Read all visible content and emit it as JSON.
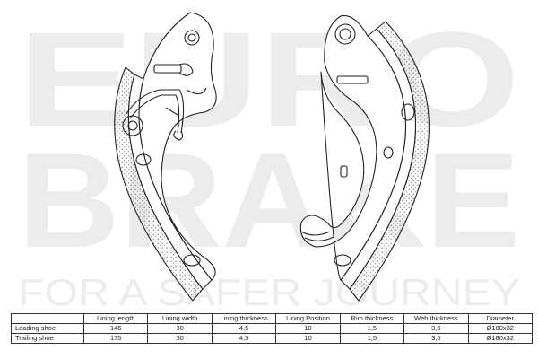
{
  "watermark": {
    "lines": [
      "EURO",
      "BRAKE"
    ],
    "tagline": "FOR A SAFER JOURNEY",
    "color": "#ececec"
  },
  "drawing": {
    "stroke_color": "#222222",
    "lining_fill_color": "#ffffff",
    "parts": [
      "leading-shoe",
      "trailing-shoe",
      "retaining-spring"
    ]
  },
  "specs": {
    "columns": [
      "",
      "Lining length",
      "Lining width",
      "Lining thickness",
      "Lining Position",
      "Rim thickness",
      "Web thickness",
      "Diameter"
    ],
    "rows": [
      [
        "Leading shoe",
        "146",
        "30",
        "4,5",
        "10",
        "1,5",
        "3,5",
        "Ø180x32"
      ],
      [
        "Trailing shoe",
        "175",
        "30",
        "4,5",
        "10",
        "1,5",
        "3,5",
        "Ø180x32"
      ]
    ]
  }
}
